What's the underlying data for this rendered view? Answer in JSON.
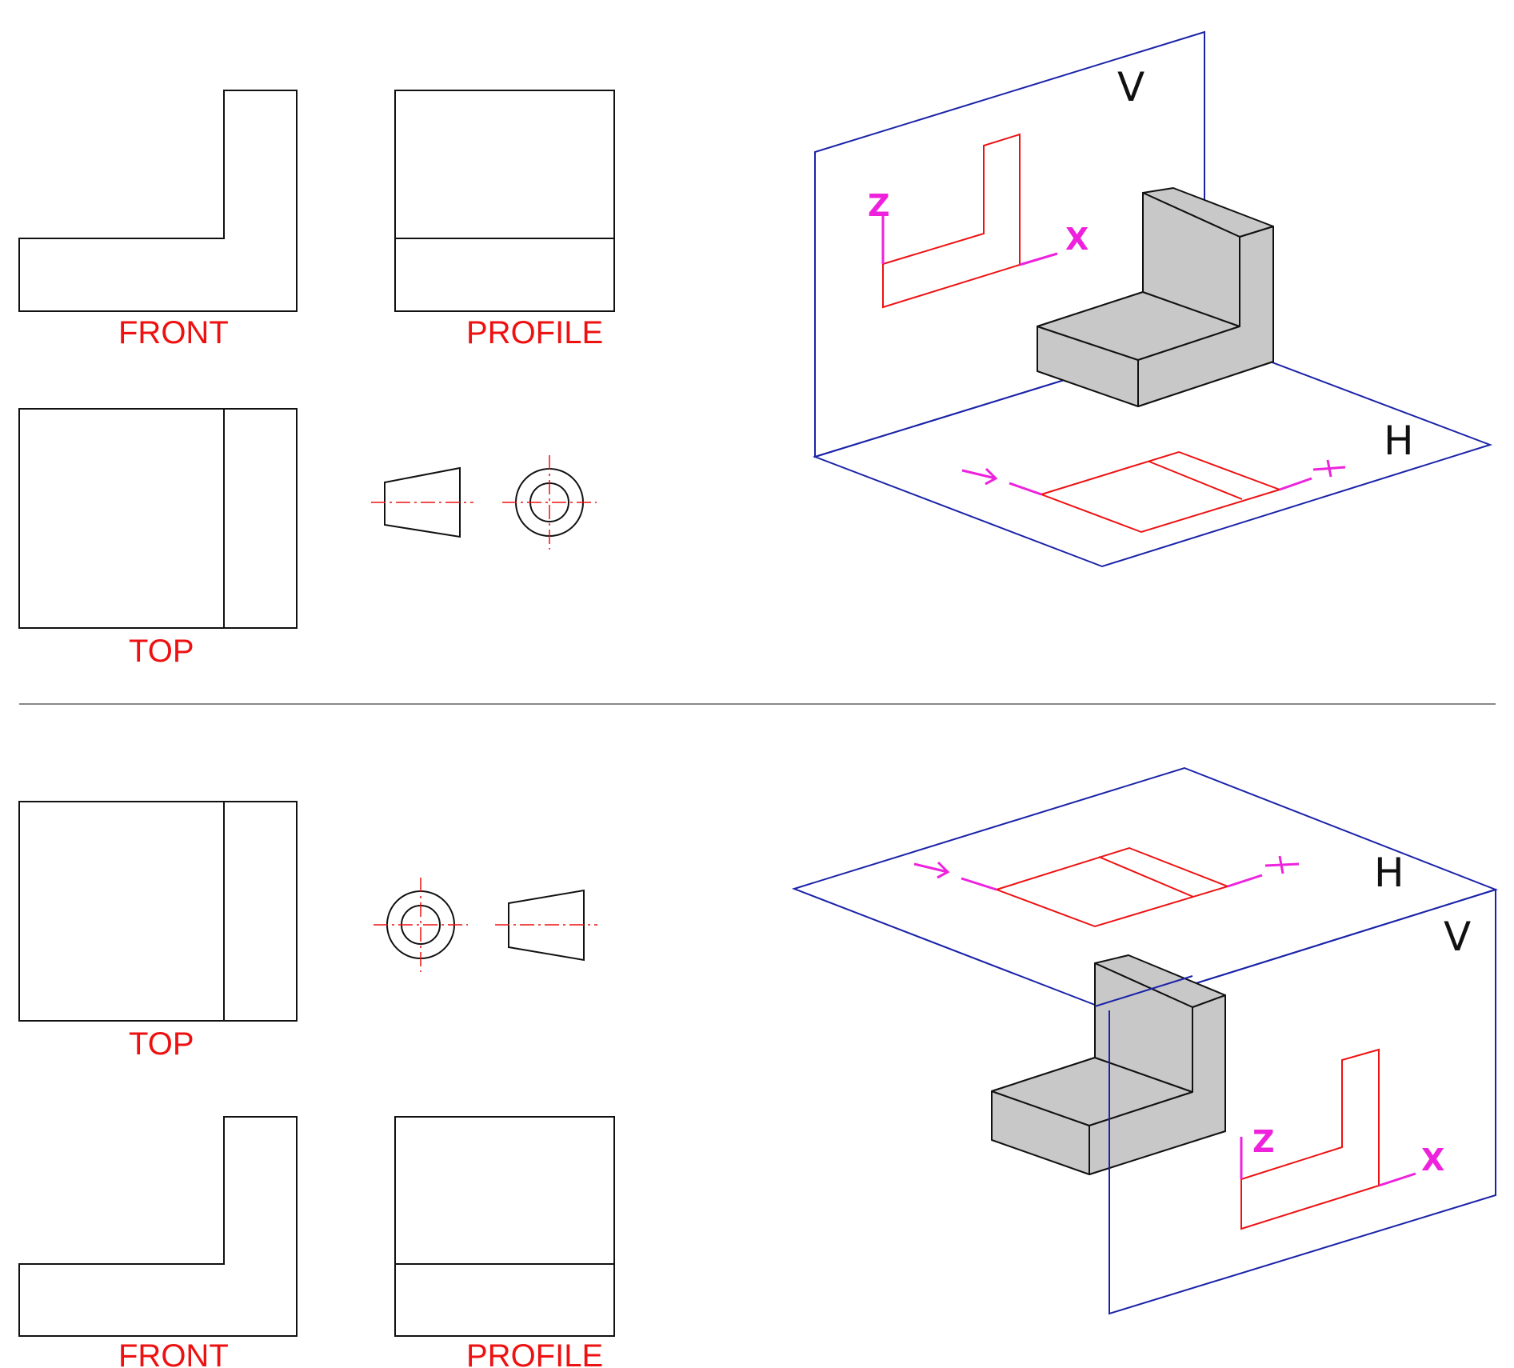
{
  "colors": {
    "outline": "#111111",
    "label": "#ee1111",
    "projection": "#ee1111",
    "axis": "#ee22dd",
    "plane": "#1a23a8",
    "solid_fill": "#c8c8c8",
    "divider": "#888888"
  },
  "third_angle": {
    "label_front": "FRONT",
    "label_profile": "PROFILE",
    "label_top": "TOP",
    "plane_v": "V",
    "plane_h": "H",
    "axis_z": "Z",
    "axis_x": "X"
  },
  "first_angle": {
    "label_top": "TOP",
    "label_front": "FRONT",
    "label_profile": "PROFILE",
    "plane_h": "H",
    "plane_v": "V",
    "axis_z": "Z",
    "axis_x": "X"
  },
  "symbols": {
    "third_angle_symbol": "third-angle-projection-symbol",
    "first_angle_symbol": "first-angle-projection-symbol"
  }
}
